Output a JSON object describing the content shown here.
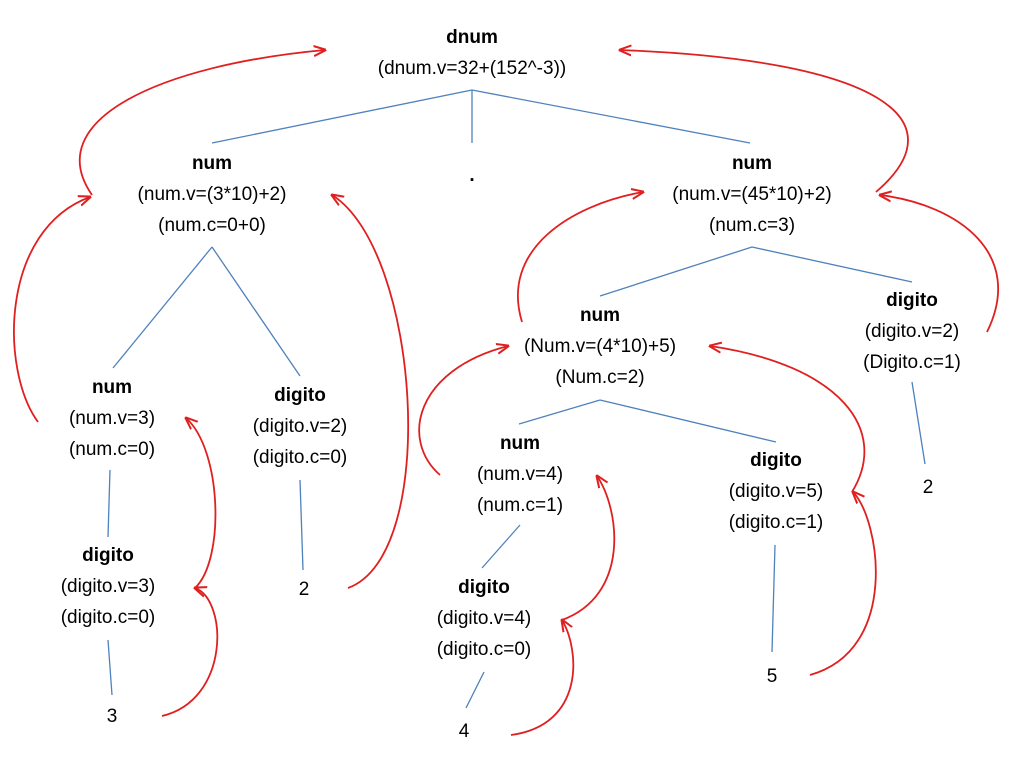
{
  "colors": {
    "tree_edge": "#4f81bd",
    "attr_arrow": "#e02020",
    "text": "#000000"
  },
  "nodes": {
    "root": {
      "title": "dnum",
      "lines": [
        "(dnum.v=32+(152^-3))"
      ]
    },
    "num_l": {
      "title": "num",
      "lines": [
        "(num.v=(3*10)+2)",
        "(num.c=0+0)"
      ]
    },
    "dot": {
      "title": "."
    },
    "num_r": {
      "title": "num",
      "lines": [
        "(num.v=(45*10)+2)",
        "(num.c=3)"
      ]
    },
    "num_ll": {
      "title": "num",
      "lines": [
        "(num.v=3)",
        "(num.c=0)"
      ]
    },
    "dig_lr": {
      "title": "digito",
      "lines": [
        "(digito.v=2)",
        "(digito.c=0)"
      ]
    },
    "num_rl": {
      "title": "num",
      "lines": [
        "(Num.v=(4*10)+5)",
        "(Num.c=2)"
      ]
    },
    "dig_rr": {
      "title": "digito",
      "lines": [
        "(digito.v=2)",
        "(Digito.c=1)"
      ]
    },
    "dig_ll": {
      "title": "digito",
      "lines": [
        "(digito.v=3)",
        "(digito.c=0)"
      ]
    },
    "num_rll": {
      "title": "num",
      "lines": [
        "(num.v=4)",
        "(num.c=1)"
      ]
    },
    "dig_rlr": {
      "title": "digito",
      "lines": [
        "(digito.v=5)",
        "(digito.c=1)"
      ]
    },
    "dig_rll": {
      "title": "digito",
      "lines": [
        "(digito.v=4)",
        "(digito.c=0)"
      ]
    }
  },
  "leaves": {
    "leaf_3": "3",
    "leaf_2a": "2",
    "leaf_4": "4",
    "leaf_5": "5",
    "leaf_2b": "2"
  }
}
